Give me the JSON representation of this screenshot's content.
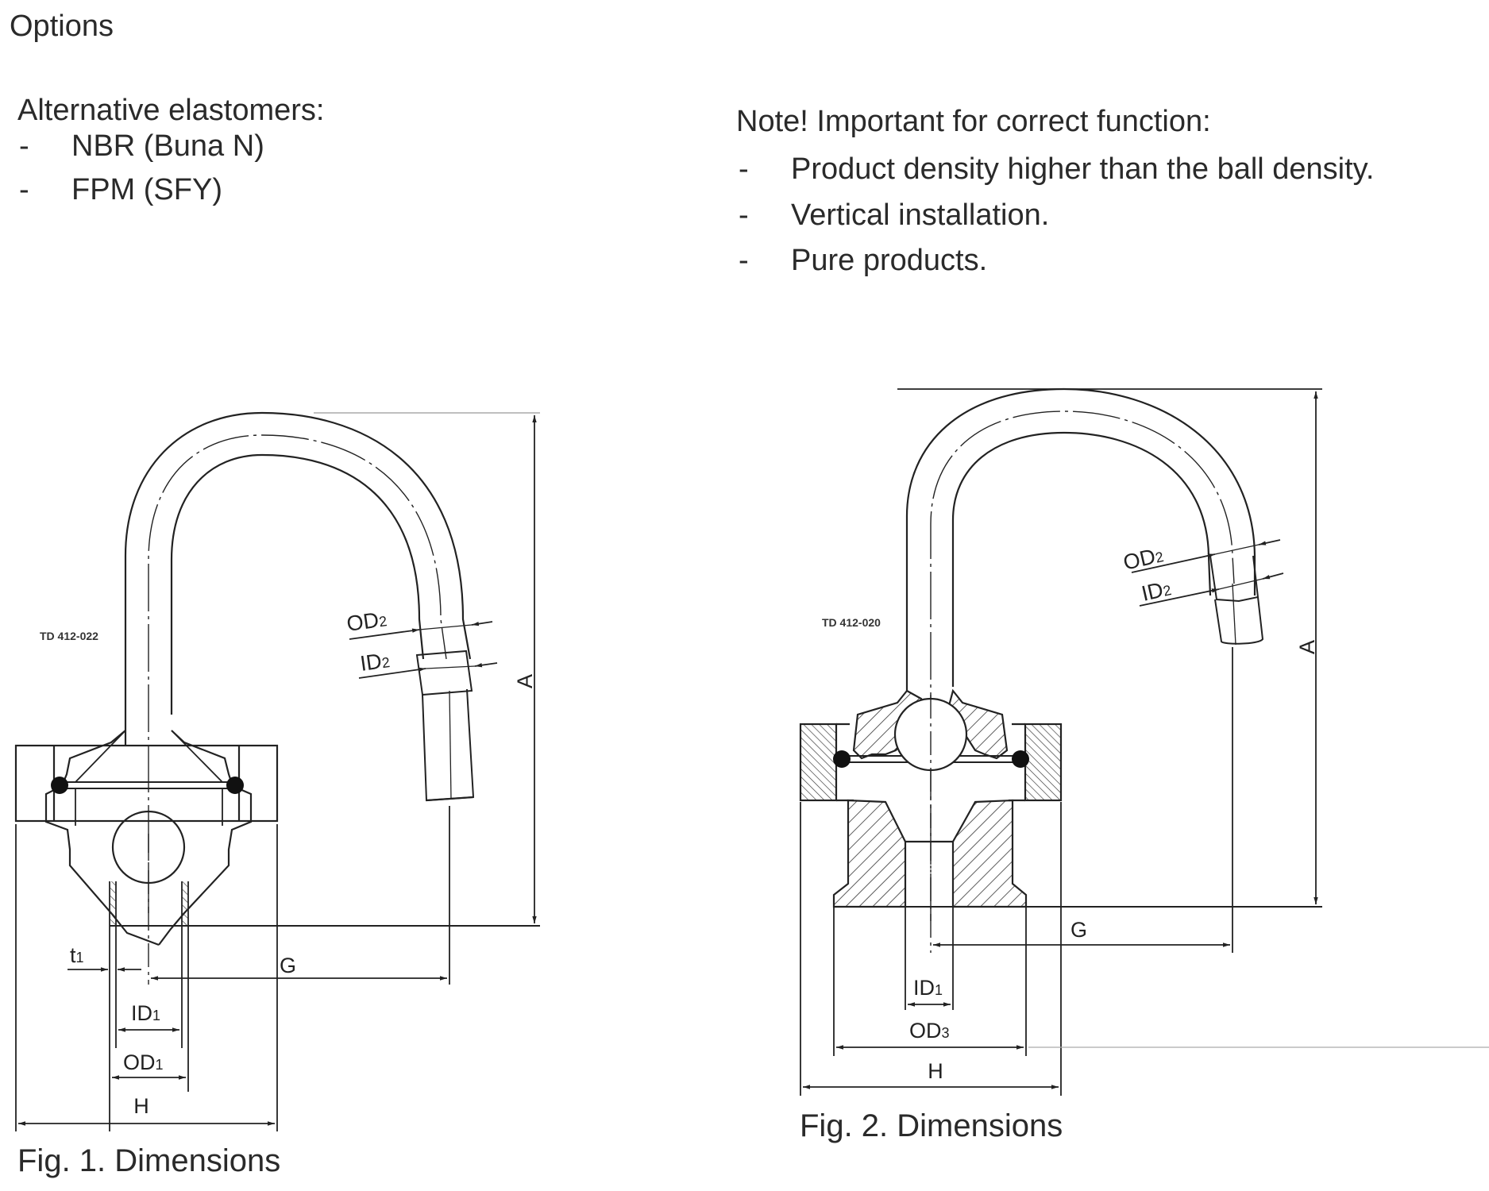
{
  "section_title": "Options",
  "elastomers": {
    "title": "Alternative elastomers:",
    "items": [
      "NBR (Buna N)",
      "FPM (SFY)"
    ]
  },
  "note": {
    "title": "Note!  Important for correct function:",
    "items": [
      "Product density higher than the ball density.",
      "Vertical installation.",
      "Pure products."
    ]
  },
  "bullet_marker": "-",
  "figures": [
    {
      "caption": "Fig.  1.  Dimensions",
      "drawing_id": "TD 412-022",
      "labels": {
        "A": "A",
        "G": "G",
        "H": "H",
        "OD1": "OD",
        "OD1_sub": "1",
        "ID1": "ID",
        "ID1_sub": "1",
        "OD2": "OD",
        "OD2_sub": "2",
        "ID2": "ID",
        "ID2_sub": "2",
        "t1": "t",
        "t1_sub": "1"
      }
    },
    {
      "caption": "Fig.  2.  Dimensions",
      "drawing_id": "TD 412-020",
      "labels": {
        "A": "A",
        "G": "G",
        "H": "H",
        "OD3": "OD",
        "OD3_sub": "3",
        "ID1": "ID",
        "ID1_sub": "1",
        "OD2": "OD",
        "OD2_sub": "2",
        "ID2": "ID",
        "ID2_sub": "2"
      }
    }
  ]
}
